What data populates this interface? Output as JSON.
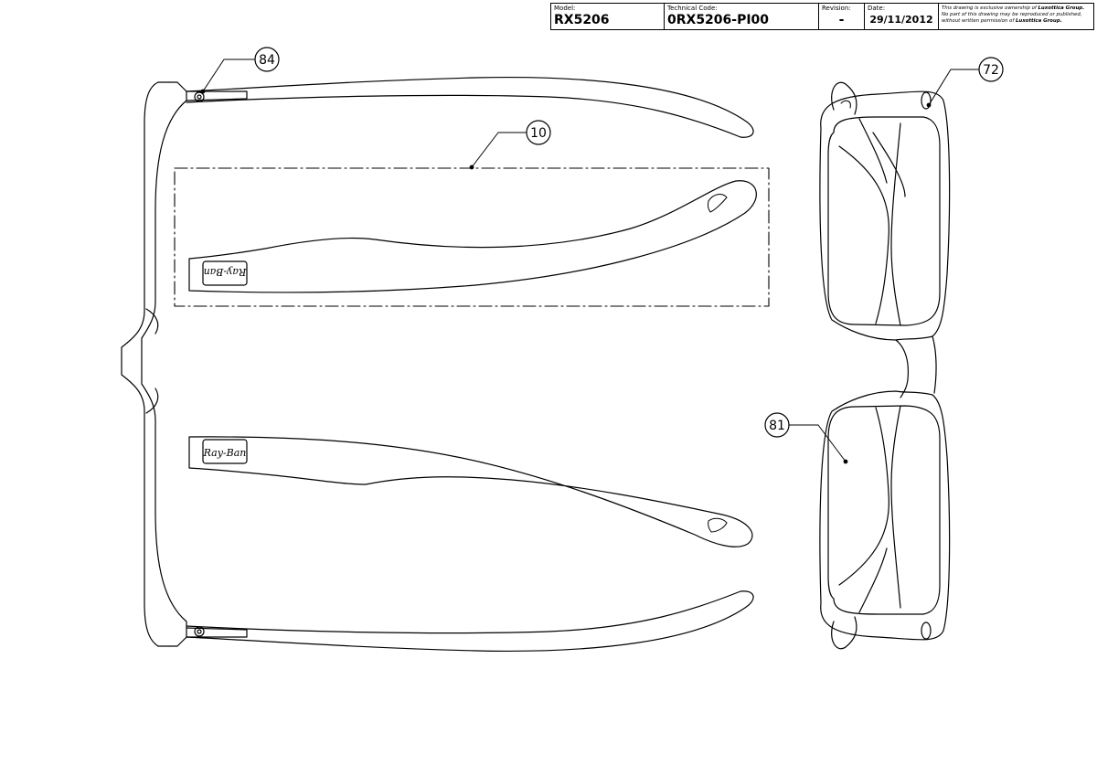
{
  "title_block": {
    "model_label": "Model:",
    "model_value": "RX5206",
    "technical_code_label": "Technical Code:",
    "technical_code_value": "0RX5206-PI00",
    "revision_label": "Revision:",
    "revision_value": "-",
    "date_label": "Date:",
    "date_value": "29/11/2012",
    "notice_line1": "This drawing is exclusive ownership of",
    "notice_brand1": "Luxottica Group.",
    "notice_line2": "No part of this drawing may be reproduced or published,",
    "notice_line3": "without written permission of",
    "notice_brand2": "Luxottica Group."
  },
  "callouts": {
    "c84": "84",
    "c10": "10",
    "c72": "72",
    "c81": "81"
  },
  "logos": {
    "temple_logo_top": "Ray-Ban",
    "temple_logo_bottom": "Ray-Ban"
  },
  "colors": {
    "line": "#000000",
    "background": "#ffffff"
  }
}
